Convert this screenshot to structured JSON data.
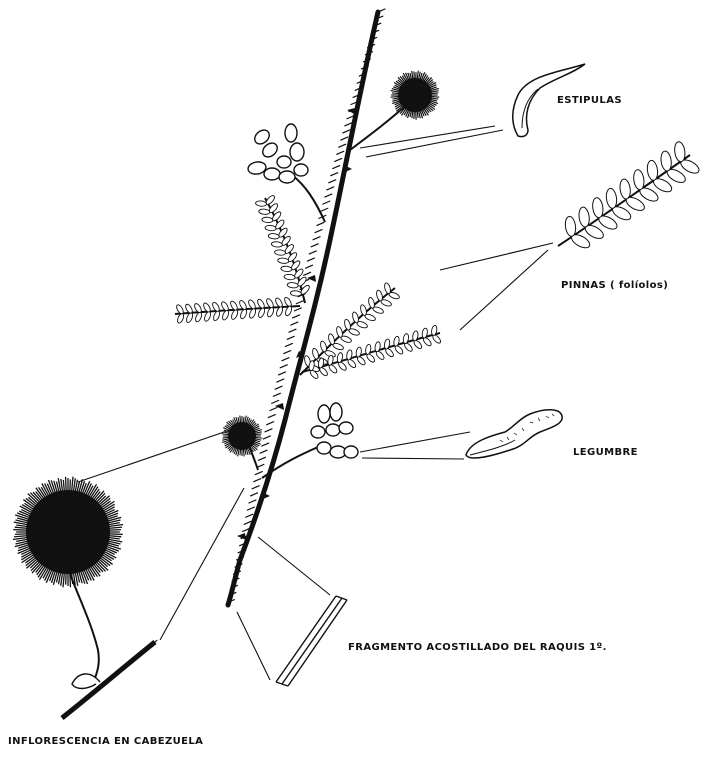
{
  "labels": {
    "estipulas": "ESTIPULAS",
    "pinnas": "PINNAS  ( folíolos)",
    "legumbre": "LEGUMBRE",
    "fragmento": "FRAGMENTO ACOSTILLADO DEL RAQUIS 1º.",
    "inflorescencia": "INFLORESCENCIA EN CABEZUELA"
  },
  "colors": {
    "ink": "#111111",
    "background": "#ffffff"
  }
}
